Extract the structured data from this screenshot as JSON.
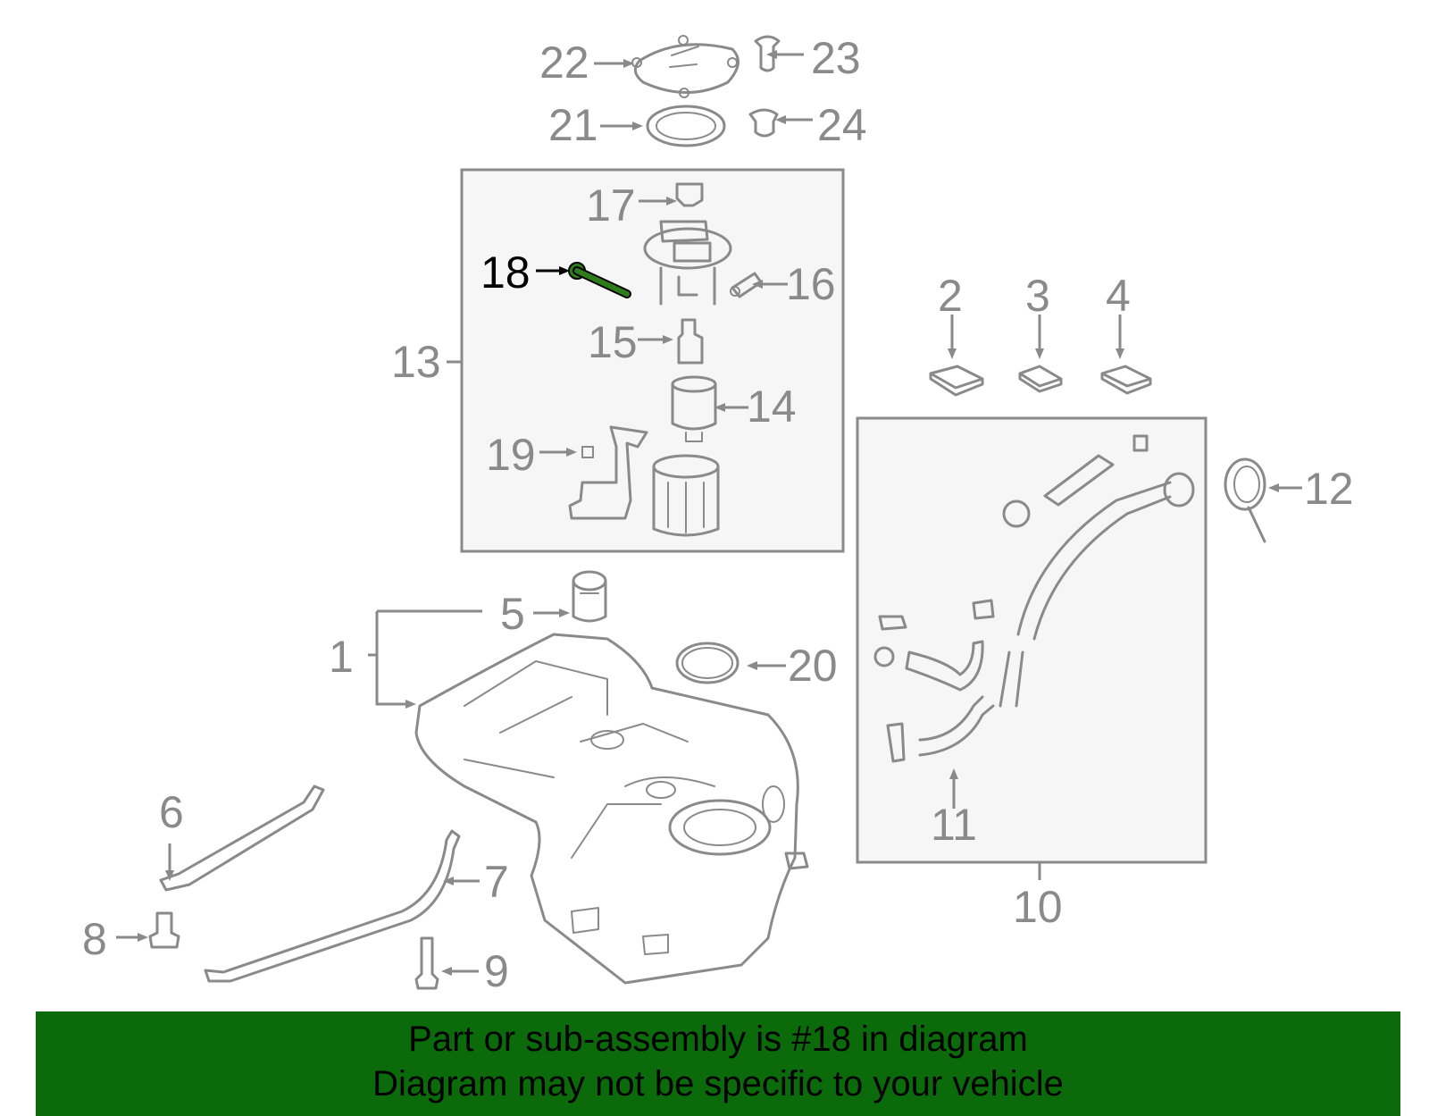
{
  "diagram": {
    "highlight_part": "18",
    "highlight_color": "#2e7d1a",
    "callouts": {
      "c1": "1",
      "c2": "2",
      "c3": "3",
      "c4": "4",
      "c5": "5",
      "c6": "6",
      "c7": "7",
      "c8": "8",
      "c9": "9",
      "c10": "10",
      "c11": "11",
      "c12": "12",
      "c13": "13",
      "c14": "14",
      "c15": "15",
      "c16": "16",
      "c17": "17",
      "c18": "18",
      "c19": "19",
      "c20": "20",
      "c21": "21",
      "c22": "22",
      "c23": "23",
      "c24": "24"
    }
  },
  "banner": {
    "line1": "Part or sub-assembly is #18 in diagram",
    "line2": "Diagram may not be specific to your vehicle",
    "background": "#0b6b0b"
  }
}
